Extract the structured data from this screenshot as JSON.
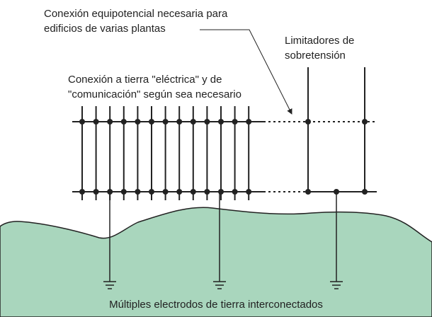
{
  "labels": {
    "equipotential": "Conexión equipotencial necesaria para\nedificios de varias plantas",
    "limiters": "Limitadores de\nsobretensión",
    "earthing": "Conexión a tierra \"eléctrica\" y de\n\"comunicación\" según sea necesario",
    "electrodes": "Múltiples electrodos de tierra interconectados"
  },
  "colors": {
    "ground_fill": "#a9d6bd",
    "line": "#222222",
    "background": "#ffffff"
  },
  "diagram": {
    "building_conductor_count": 13,
    "surge_limiter_count": 2,
    "earth_electrode_count": 3,
    "equipotential_links": 2
  }
}
